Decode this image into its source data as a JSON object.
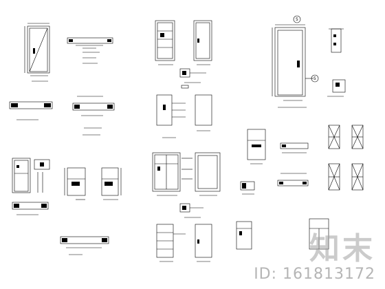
{
  "drawing": {
    "callouts": [
      "5",
      "5"
    ]
  },
  "watermark": {
    "title": "知末",
    "id": "ID: 161813172"
  }
}
